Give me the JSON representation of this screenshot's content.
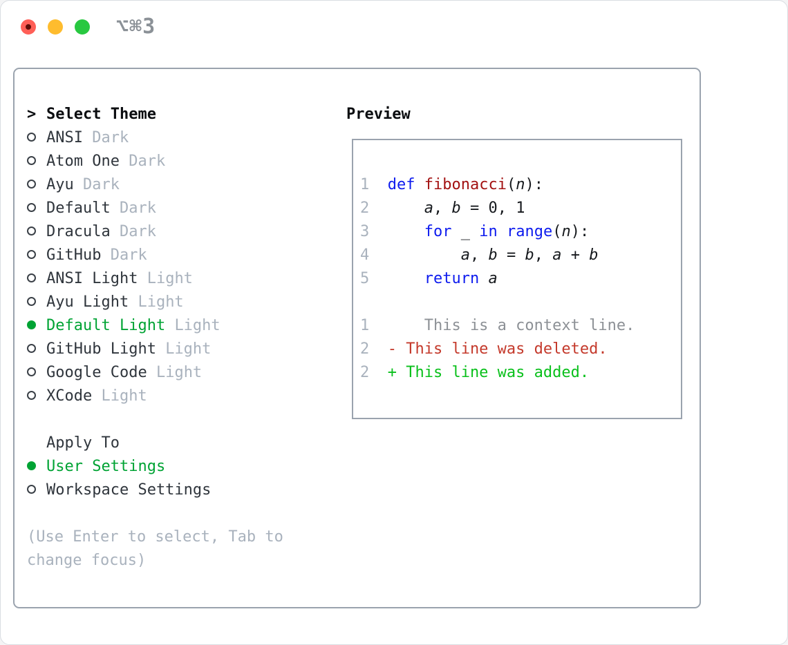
{
  "titlebar": {
    "shortcut": "⌥⌘3"
  },
  "colors": {
    "accent": "#00a334",
    "heading": "#0b0d10",
    "text": "#2f353c",
    "muted": "#a9b2bd",
    "border": "#9aa3ae",
    "kw_blue": "#0d1bee",
    "fn_red": "#a31212",
    "code_text": "#16191d",
    "ctx_gray": "#8d9196",
    "del_red": "#c4392b",
    "add_green": "#09c01b",
    "tl_red": "#ff5f57",
    "tl_red_dot": "#5f0e08",
    "tl_yellow": "#febc2e",
    "tl_green": "#28c840",
    "shortcut": "#8b9197"
  },
  "theme_panel": {
    "prompt_marker": ">",
    "header": "Select Theme",
    "items": [
      {
        "name": "ANSI",
        "variant": "Dark",
        "selected": false
      },
      {
        "name": "Atom One",
        "variant": "Dark",
        "selected": false
      },
      {
        "name": "Ayu",
        "variant": "Dark",
        "selected": false
      },
      {
        "name": "Default",
        "variant": "Dark",
        "selected": false
      },
      {
        "name": "Dracula",
        "variant": "Dark",
        "selected": false
      },
      {
        "name": "GitHub",
        "variant": "Dark",
        "selected": false
      },
      {
        "name": "ANSI Light",
        "variant": "Light",
        "selected": false
      },
      {
        "name": "Ayu Light",
        "variant": "Light",
        "selected": false
      },
      {
        "name": "Default Light",
        "variant": "Light",
        "selected": true
      },
      {
        "name": "GitHub Light",
        "variant": "Light",
        "selected": false
      },
      {
        "name": "Google Code",
        "variant": "Light",
        "selected": false
      },
      {
        "name": "XCode",
        "variant": "Light",
        "selected": false
      }
    ],
    "apply_to": {
      "header": "Apply To",
      "options": [
        {
          "label": "User Settings",
          "selected": true
        },
        {
          "label": "Workspace Settings",
          "selected": false
        }
      ]
    },
    "help_lines": [
      "(Use Enter to select, Tab to",
      "change focus)"
    ]
  },
  "preview": {
    "header": "Preview",
    "code_lines": [
      {
        "num": "1",
        "tokens": [
          {
            "c": "kw",
            "t": "def"
          },
          {
            "c": "pl",
            "t": " "
          },
          {
            "c": "fn",
            "t": "fibonacci"
          },
          {
            "c": "pl",
            "t": "("
          },
          {
            "c": "var",
            "t": "n"
          },
          {
            "c": "pl",
            "t": "):"
          }
        ]
      },
      {
        "num": "2",
        "tokens": [
          {
            "c": "pl",
            "t": "    "
          },
          {
            "c": "var",
            "t": "a"
          },
          {
            "c": "pl",
            "t": ", "
          },
          {
            "c": "var",
            "t": "b"
          },
          {
            "c": "pl",
            "t": " = 0, 1"
          }
        ]
      },
      {
        "num": "3",
        "tokens": [
          {
            "c": "pl",
            "t": "    "
          },
          {
            "c": "kw",
            "t": "for"
          },
          {
            "c": "pl",
            "t": " _ "
          },
          {
            "c": "kw",
            "t": "in"
          },
          {
            "c": "pl",
            "t": " "
          },
          {
            "c": "kw",
            "t": "range"
          },
          {
            "c": "pl",
            "t": "("
          },
          {
            "c": "var",
            "t": "n"
          },
          {
            "c": "pl",
            "t": "):"
          }
        ]
      },
      {
        "num": "4",
        "tokens": [
          {
            "c": "pl",
            "t": "        "
          },
          {
            "c": "var",
            "t": "a"
          },
          {
            "c": "pl",
            "t": ", "
          },
          {
            "c": "var",
            "t": "b"
          },
          {
            "c": "pl",
            "t": " = "
          },
          {
            "c": "var",
            "t": "b"
          },
          {
            "c": "pl",
            "t": ", "
          },
          {
            "c": "var",
            "t": "a"
          },
          {
            "c": "pl",
            "t": " + "
          },
          {
            "c": "var",
            "t": "b"
          }
        ]
      },
      {
        "num": "5",
        "tokens": [
          {
            "c": "pl",
            "t": "    "
          },
          {
            "c": "kw",
            "t": "return"
          },
          {
            "c": "pl",
            "t": " "
          },
          {
            "c": "var",
            "t": "a"
          }
        ]
      }
    ],
    "diff_lines": [
      {
        "num": "1",
        "kind": "ctx",
        "text": "    This is a context line."
      },
      {
        "num": "2",
        "kind": "del",
        "text": "- This line was deleted."
      },
      {
        "num": "2",
        "kind": "add",
        "text": "+ This line was added."
      }
    ]
  }
}
